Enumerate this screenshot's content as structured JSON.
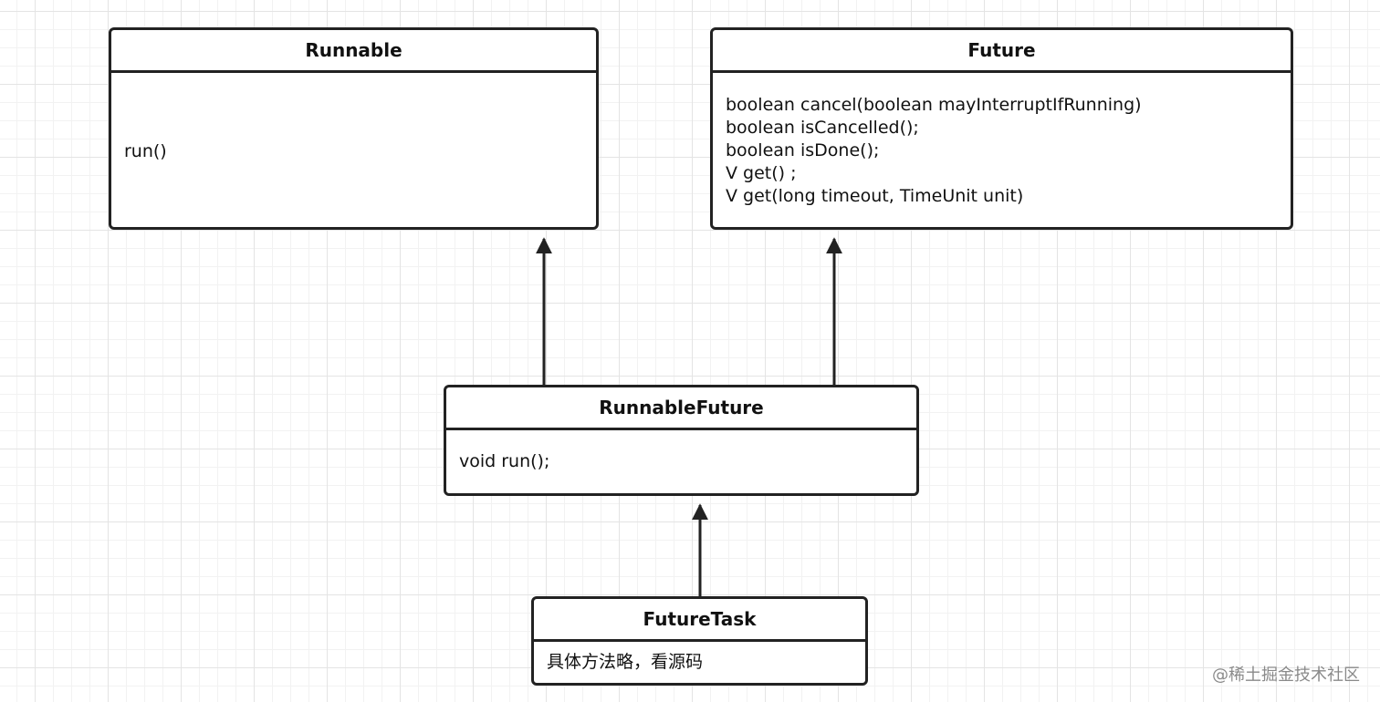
{
  "diagram": {
    "runnable": {
      "title": "Runnable",
      "methods": [
        "run()"
      ]
    },
    "future": {
      "title": "Future",
      "methods": [
        "boolean cancel(boolean mayInterruptIfRunning)",
        "boolean isCancelled();",
        "boolean isDone();",
        "V get() ;",
        "V get(long timeout, TimeUnit unit)"
      ]
    },
    "runnable_future": {
      "title": "RunnableFuture",
      "methods": [
        "void run();"
      ]
    },
    "future_task": {
      "title": "FutureTask",
      "methods": [
        "具体方法略，看源码"
      ]
    }
  },
  "watermark": "@稀土掘金技术社区"
}
